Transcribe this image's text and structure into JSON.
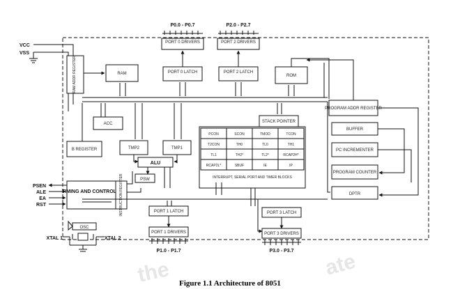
{
  "supply": {
    "vcc": "VCC",
    "vss": "VSS"
  },
  "ports": {
    "p0_pins": "P0.0 - P0.7",
    "p2_pins": "P2.0 - P2.7",
    "p1_pins": "P1.0 - P1.7",
    "p3_pins": "P3.0 - P3.7",
    "port0_drivers": "PORT 0 DRIVERS",
    "port2_drivers": "PORT 2 DRIVERS",
    "port0_latch": "PORT 0 LATCH",
    "port2_latch": "PORT 2 LATCH",
    "port1_latch": "PORT 1 LATCH",
    "port1_drivers": "PORT 1 DRIVERS",
    "port3_latch": "PORT 3 LATCH",
    "port3_drivers": "PORT 3 DRIVERS"
  },
  "blocks": {
    "ram_addr_register": "RAM ADDR REGISTER",
    "ram": "RAM",
    "rom": "ROM",
    "acc": "ACC",
    "b_register": "B REGISTER",
    "tmp2": "TMP2",
    "tmp1": "TMP1",
    "alu": "ALU",
    "psw": "PSW",
    "stack_pointer": "STACK POINTER",
    "program_addr_register": "PROGRAM ADDR REGISTER",
    "buffer": "BUFFER",
    "pc_incrementer": "PC INCREMENTER",
    "program_counter": "PROGRAM COUNTER",
    "dptr": "DPTR",
    "timing_control": "TIMING AND CONTROL",
    "instruction_register": "INSTRUCTION REGISTER",
    "osc": "OSC"
  },
  "sfr": {
    "cells": [
      "PCON",
      "SCON",
      "TMOD",
      "TCON",
      "T2CON",
      "TH0",
      "TL0",
      "TH1",
      "TL1",
      "TH2*",
      "TL2*",
      "RCAP2H*",
      "RCAP2L*",
      "SBUF",
      "IE",
      "IP"
    ],
    "caption": "INTERRUPT, SERIAL PORT AND TIMER BLOCKS"
  },
  "control_pins": [
    "PSEN",
    "ALE",
    "EA",
    "RST"
  ],
  "xtal": {
    "xtal1": "XTAL 1",
    "xtal2": "XTAL 2"
  },
  "caption": "Figure 1.1 Architecture of 8051"
}
